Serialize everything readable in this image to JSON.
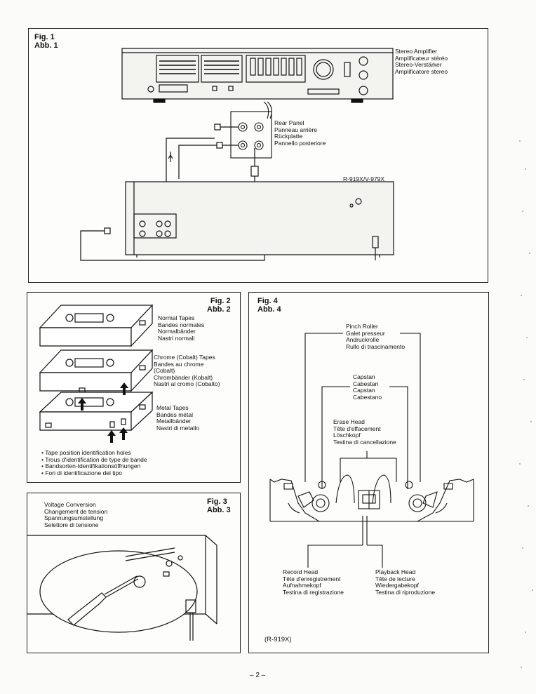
{
  "fig1": {
    "title": "Fig. 1",
    "title2": "Abb. 1",
    "amplifier_labels": [
      "Stereo Amplifier",
      "Amplificateur stéréo",
      "Stereo-Verstärker",
      "Amplificatore stereo"
    ],
    "rear_panel_labels": [
      "Rear Panel",
      "Panneau arrière",
      "Rückplatte",
      "Pannello posteriore"
    ],
    "model": "R-919X/V-979X"
  },
  "fig2": {
    "title": "Fig. 2",
    "title2": "Abb. 2",
    "normal_labels": [
      "Normal Tapes",
      "Bandes normales",
      "Normalbänder",
      "Nastri normali"
    ],
    "chrome_labels": [
      "Chrome (Cobalt) Tapes",
      "Bandes au chrome",
      "(Cobalt)",
      "Chrombänder (Kobalt)",
      "Nastri al cromo (Cobalto)"
    ],
    "metal_labels": [
      "Metal Tapes",
      "Bandes métal",
      "Metallbänder",
      "Nastri di metallo"
    ],
    "notes": [
      "Tape position identification holes",
      "Trous d'identification de type de bande",
      "Bandsorten-Identifikationsöffnungen",
      "Fori di identificazione del tipo"
    ],
    "bullet": "•"
  },
  "fig3": {
    "title": "Fig. 3",
    "title2": "Abb. 3",
    "labels": [
      "Voltage Conversion",
      "Changement de tension",
      "Spannungsumstellung",
      "Selettore di tensione"
    ]
  },
  "fig4": {
    "title": "Fig. 4",
    "title2": "Abb. 4",
    "pinch_labels": [
      "Pinch Roller",
      "Galet presseur",
      "Andruckrolle",
      "Rullo di trascinamento"
    ],
    "capstan_labels": [
      "Capstan",
      "Cabestan",
      "Capstan",
      "Cabestano"
    ],
    "erase_labels": [
      "Erase Head",
      "Tête d'effacement",
      "Löschkopf",
      "Testina di cancellazione"
    ],
    "record_labels": [
      "Record Head",
      "Tête d'enregistrement",
      "Aufnahmekopf",
      "Testina di registrazione"
    ],
    "playback_labels": [
      "Playback Head",
      "Tête de lecture",
      "Wiedergabekopf",
      "Testina di riproduzione"
    ],
    "model": "(R-919X)"
  },
  "page_number": "– 2 –"
}
